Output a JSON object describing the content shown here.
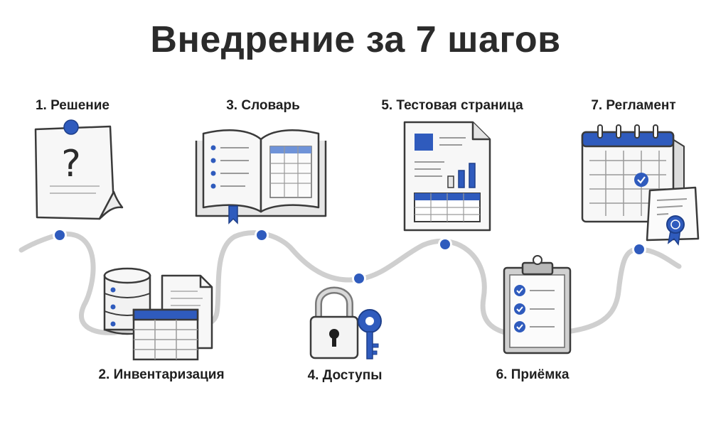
{
  "title": "Внедрение за 7 шагов",
  "colors": {
    "accent": "#2f5bbd",
    "path": "#cfcfcf",
    "outline": "#3a3a3a",
    "paper": "#f7f7f7"
  },
  "steps": [
    {
      "label": "1. Решение",
      "icon": "question-note-icon"
    },
    {
      "label": "2. Инвентаризация",
      "icon": "database-table-icon"
    },
    {
      "label": "3. Словарь",
      "icon": "open-book-icon"
    },
    {
      "label": "4. Доступы",
      "icon": "lock-key-icon"
    },
    {
      "label": "5. Тестовая страница",
      "icon": "test-page-icon"
    },
    {
      "label": "6. Приёмка",
      "icon": "clipboard-checklist-icon"
    },
    {
      "label": "7. Регламент",
      "icon": "calendar-certificate-icon"
    }
  ]
}
